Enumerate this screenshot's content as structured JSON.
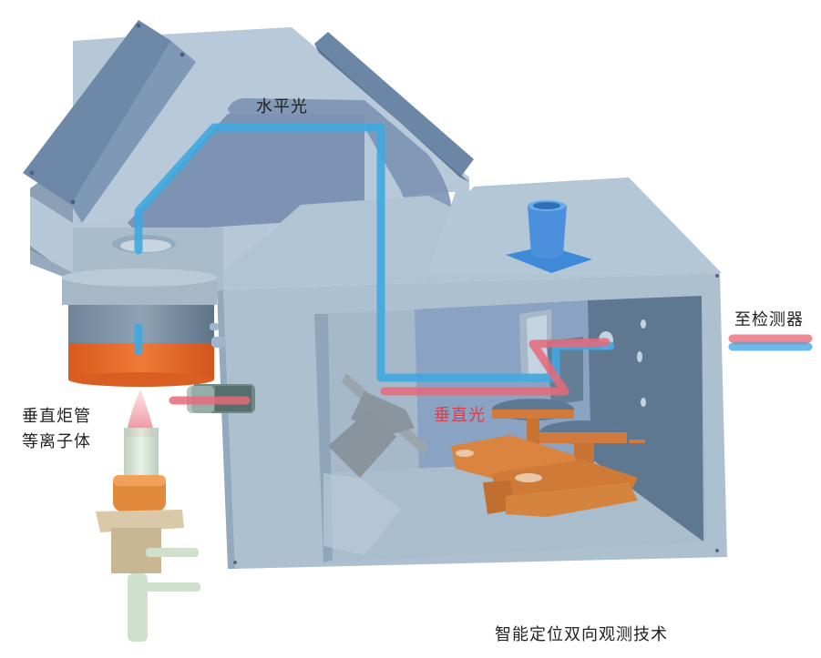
{
  "labels": {
    "horizontal_light": "水平光",
    "vertical_light": "垂直光",
    "to_detector": "至检测器",
    "torch_line1": "垂直炬管",
    "torch_line2": "等离子体",
    "caption": "智能定位双向观测技术"
  },
  "colors": {
    "housing_light": "#b4c7d6",
    "housing_mid": "#9fb3c5",
    "housing_dark": "#6d87a5",
    "panel_dark": "#5d7890",
    "interior_back": "#8ba3c2",
    "horizontal_beam": "#3fa9e0",
    "vertical_beam": "#e8697a",
    "copper": "#d9803a",
    "torch_orange": "#e46a2a",
    "torch_beige": "#cdbb9a",
    "glass_green": "#c9dcc6",
    "port_blue": "#4a8ed8"
  }
}
